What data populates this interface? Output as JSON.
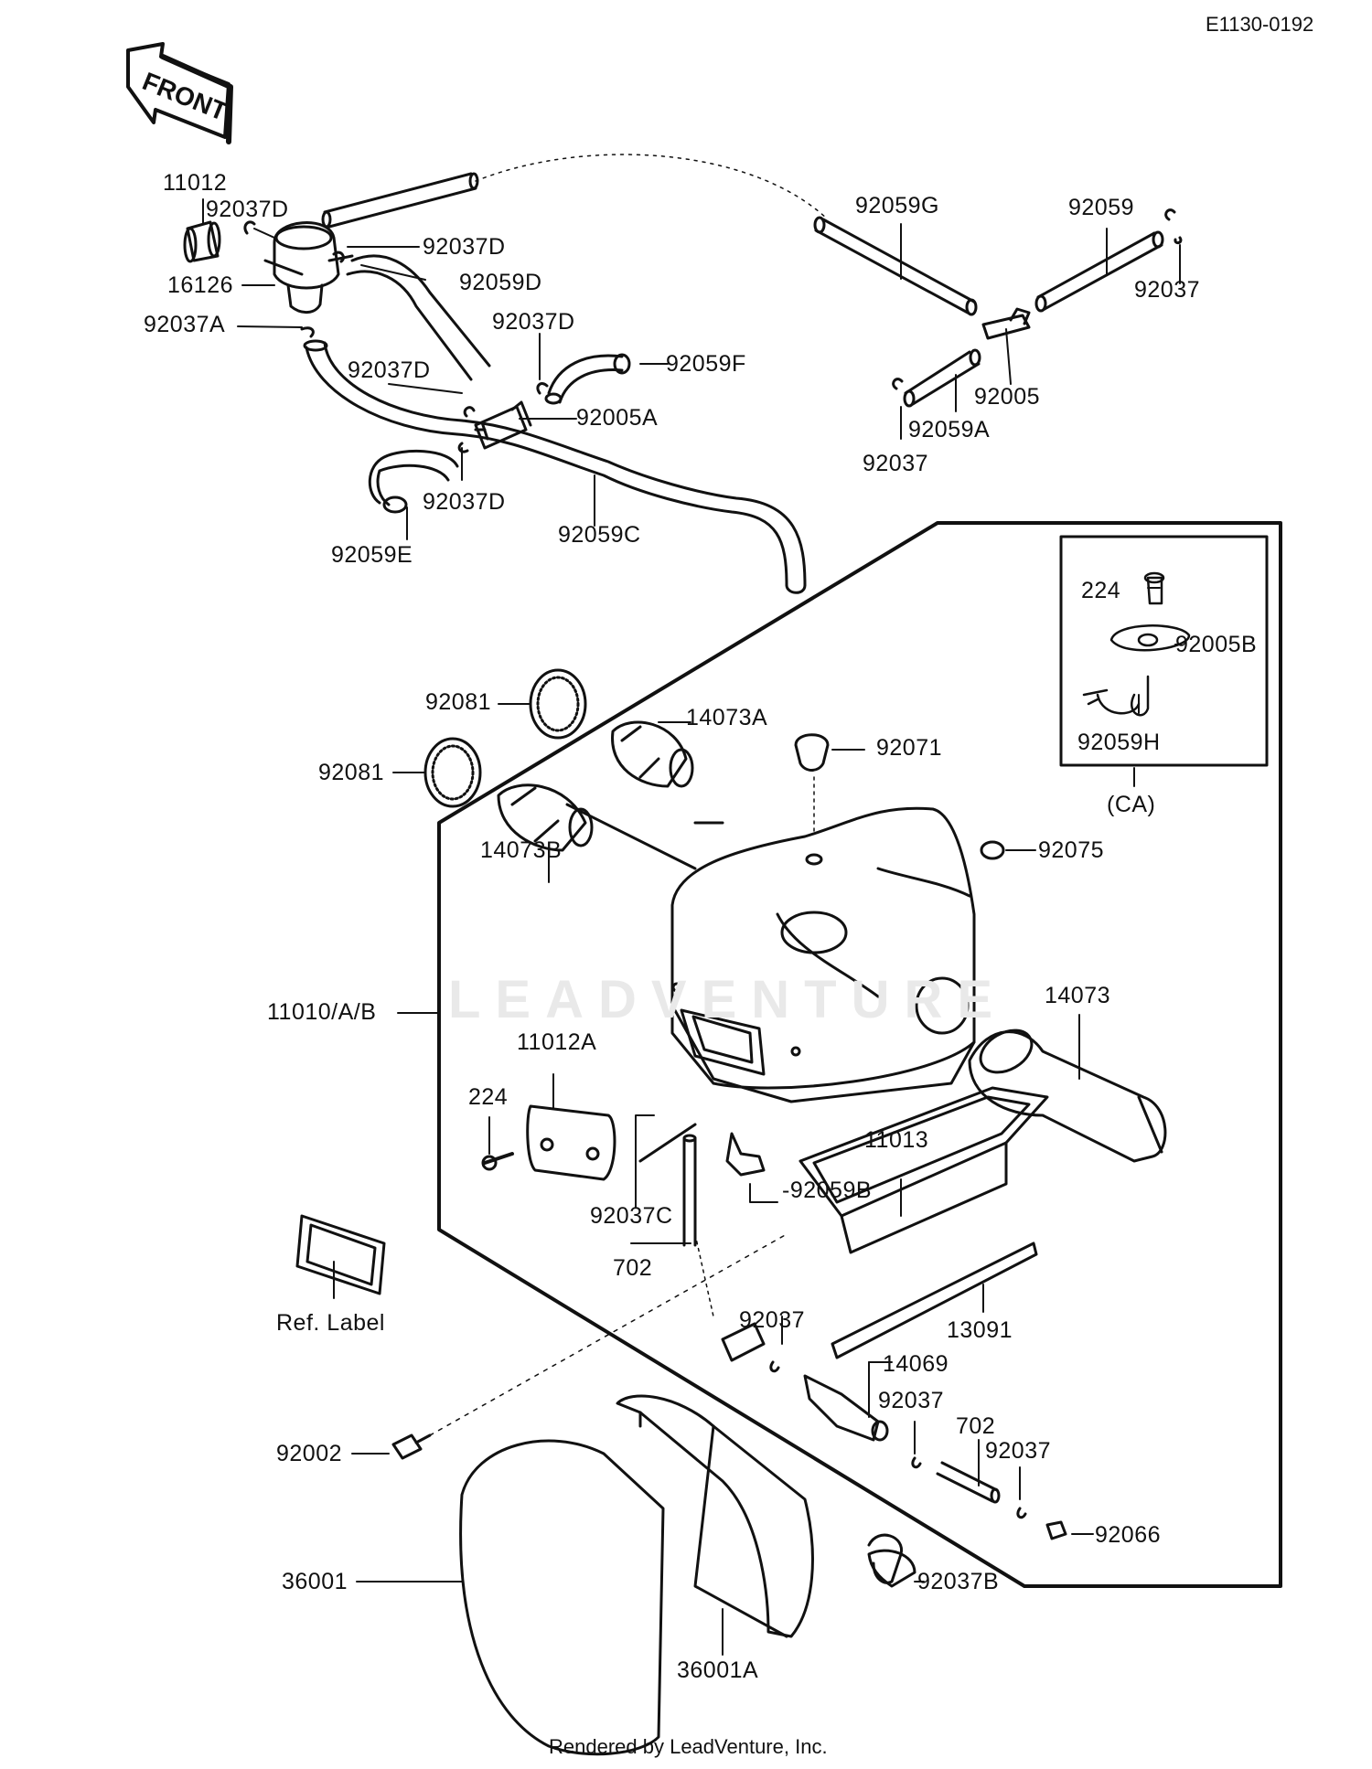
{
  "diagram_code": "E1130-0192",
  "front_label": "FRONT",
  "watermark": "LEADVENTURE",
  "footer": "Rendered by LeadVenture, Inc.",
  "inset_label": "(CA)",
  "parts": {
    "p11012": "11012",
    "p92037D_a": "92037D",
    "p92037D_b": "92037D",
    "p16126": "16126",
    "p92059D": "92059D",
    "p92037A": "92037A",
    "p92037D_c": "92037D",
    "p92037D_d": "92037D",
    "p92059F": "92059F",
    "p92005A": "92005A",
    "p92037D_e": "92037D",
    "p92059C": "92059C",
    "p92059E": "92059E",
    "p92059G": "92059G",
    "p92059": "92059",
    "p92037_a": "92037",
    "p92005": "92005",
    "p92059A": "92059A",
    "p92037_b": "92037",
    "p224_a": "224",
    "p92005B": "92005B",
    "p92059H": "92059H",
    "p92081_a": "92081",
    "p92081_b": "92081",
    "p14073A": "14073A",
    "p92071": "92071",
    "p14073B": "14073B",
    "p92075": "92075",
    "p11010AB": "11010/A/B",
    "p14073": "14073",
    "p11012A": "11012A",
    "p224_b": "224",
    "p11013": "11013",
    "p92059B": "-92059B",
    "p92037C": "92037C",
    "p702_a": "702",
    "p13091": "13091",
    "pRefLabel": "Ref. Label",
    "p92037_c": "92037",
    "p14069": "14069",
    "p92037_d": "92037",
    "p702_b": "702",
    "p92037_e": "92037",
    "p92002": "92002",
    "p92066": "92066",
    "p36001": "36001",
    "p92037B": "92037B",
    "p36001A": "36001A"
  }
}
